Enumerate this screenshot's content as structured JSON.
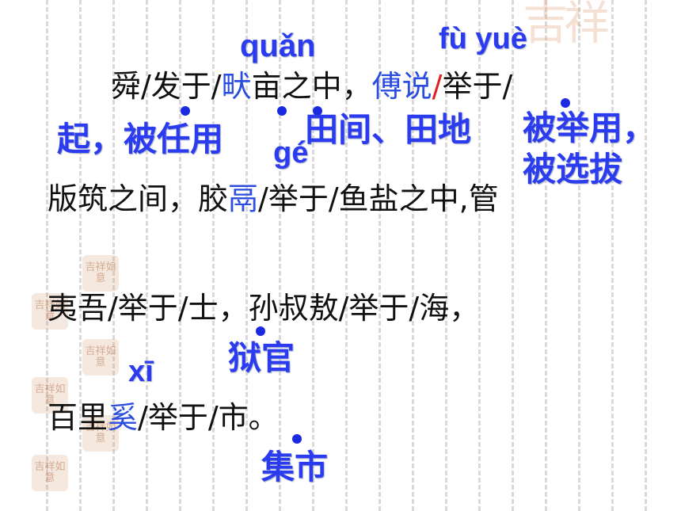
{
  "lines": {
    "l1_a": "舜/发于/",
    "l1_b": "畎",
    "l1_c": "亩之中，",
    "l1_d": "傅说",
    "l1_e": "/",
    "l1_f": "举于/",
    "l2_a": "版筑之间，胶",
    "l2_b": "鬲",
    "l2_c": "/举于/鱼盐之中,管",
    "l3": "夷吾/举于/士，孙叔敖/举于/海，",
    "l4_a": "百里",
    "l4_b": "奚",
    "l4_c": "/举于/市。"
  },
  "pinyin": {
    "quan": "quǎn",
    "fuyue": "fù yuè",
    "ge": "gé",
    "xi": "xī"
  },
  "notes": {
    "qi": "起，被任用",
    "tianjian": "田间、田地",
    "beijuyong": "被举用，",
    "beixuanba": "被选拔",
    "yuguan": "狱官",
    "jishi": "集市"
  },
  "decor": {
    "seal_text": "吉祥如意",
    "big_seal_text": "吉祥"
  }
}
